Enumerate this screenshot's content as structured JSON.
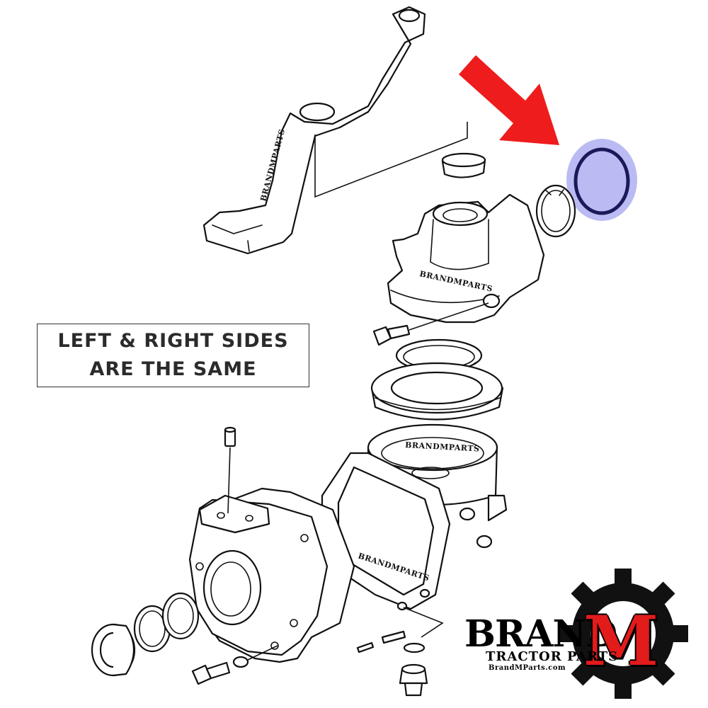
{
  "note": {
    "line1": "LEFT & RIGHT SIDES",
    "line2": "ARE THE SAME"
  },
  "watermarks": {
    "arm": "BRANDMPARTS",
    "top_housing": "BRANDMPARTS",
    "bearing_housing": "BRANDMPARTS",
    "lower_housing": "BRANDMPARTS"
  },
  "logo": {
    "brand": "BRAND",
    "letter": "M",
    "tagline": "TRACTOR PARTS",
    "url": "BrandMParts.com"
  },
  "colors": {
    "arrow": "#ee1c1c",
    "highlight": "#b7b7f2",
    "logo_red": "#e21b1b"
  }
}
